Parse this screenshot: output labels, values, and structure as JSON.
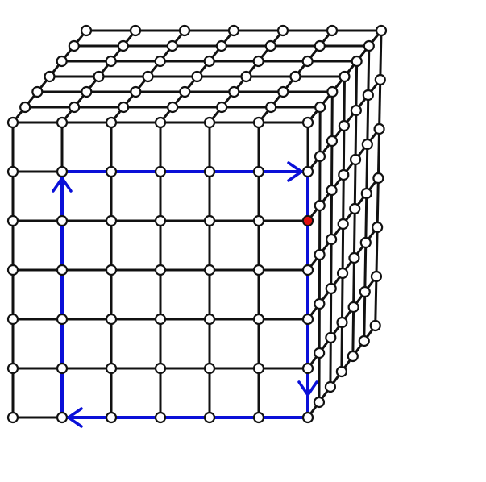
{
  "lattice": {
    "grid_size": 7
  },
  "colors": {
    "lattice_line": "#111111",
    "node_fill": "#ffffff",
    "loop_path": "#0a10d8",
    "marked_node": "#e01010",
    "background": "#ffffff"
  },
  "loop_path": {
    "description_nodes": [
      [
        1,
        1
      ],
      [
        6,
        1
      ],
      [
        6,
        6
      ],
      [
        1,
        6
      ]
    ],
    "arrow_icons": [
      "arrow-right-icon",
      "arrow-down-icon",
      "arrow-left-icon",
      "arrow-up-icon"
    ]
  },
  "marked_node": {
    "col": 6,
    "row": 2
  }
}
